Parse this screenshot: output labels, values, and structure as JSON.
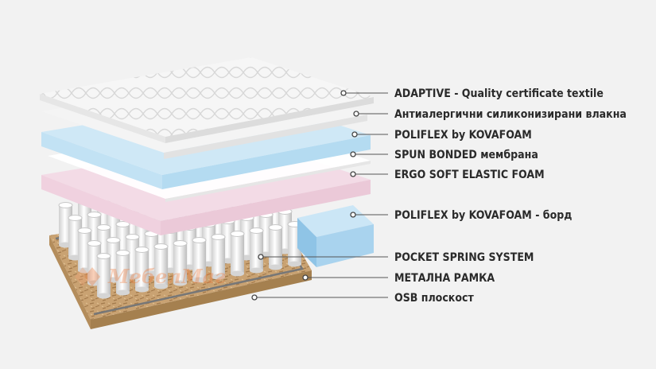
{
  "layers": [
    {
      "id": "adaptive",
      "label": "ADAPTIVE - Quality certificate textile"
    },
    {
      "id": "fibers",
      "label": "Антиалергични силиконизирани влакна"
    },
    {
      "id": "poliflex",
      "label": "POLIFLEX by KOVAFOAM"
    },
    {
      "id": "spun-bonded",
      "label": "SPUN BONDED мембрана"
    },
    {
      "id": "ergo-soft",
      "label": "ERGO SOFT ELASTIC FOAM"
    },
    {
      "id": "poliflex-edge",
      "label": "POLIFLEX by KOVAFOAM - борд"
    },
    {
      "id": "pocket-spring",
      "label": "POCKET SPRING SYSTEM"
    },
    {
      "id": "metal-frame",
      "label": "МЕТАЛНА РАМКА"
    },
    {
      "id": "osb",
      "label": "OSB плоскост"
    }
  ],
  "watermark": {
    "text": "МебелМаг"
  },
  "colors": {
    "quilt": "#f7f7f7",
    "blue_foam": "#cfe8f6",
    "pink_foam": "#f3dbe6",
    "edge_foam": "#a9d3ee",
    "osb": "#c8a273",
    "label_text": "#2a2a2a",
    "watermark_orange": "#f07a3a"
  }
}
